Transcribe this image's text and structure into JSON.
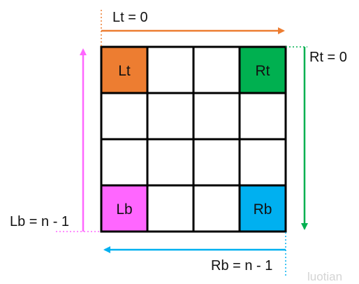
{
  "diagram": {
    "grid": {
      "rows": 4,
      "cols": 4
    },
    "corners": {
      "top_left": {
        "label": "Lt",
        "color": "#ED7D31"
      },
      "top_right": {
        "label": "Rt",
        "color": "#00B050"
      },
      "bottom_left": {
        "label": "Lb",
        "color": "#FF66FF"
      },
      "bottom_right": {
        "label": "Rb",
        "color": "#00B0F0"
      }
    },
    "annotations": {
      "lt": {
        "text": "Lt = 0",
        "color": "#ED7D31"
      },
      "rt": {
        "text": "Rt = 0",
        "color": "#00B050"
      },
      "lb": {
        "text": "Lb = n - 1",
        "color": "#FF66FF"
      },
      "rb": {
        "text": "Rb = n - 1",
        "color": "#00B0F0"
      }
    },
    "watermark": "luotian"
  }
}
